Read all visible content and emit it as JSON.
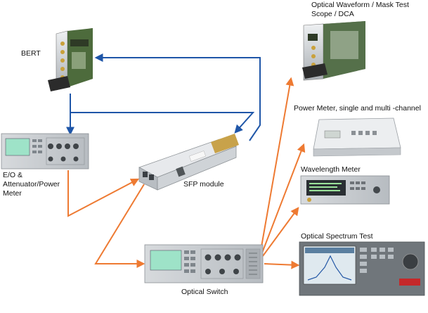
{
  "labels": {
    "bert": "BERT",
    "eo_line1": "E/O &",
    "eo_line2": "Attenuator/Power",
    "eo_line3": "Meter",
    "sfp": "SFP module",
    "optical_switch": "Optical Switch",
    "scope_line1": "Optical  Waveform / Mask Test",
    "scope_line2": "Scope / DCA",
    "power_meter": "Power Meter, single and multi -channel",
    "wavelength_meter": "Wavelength Meter",
    "spectrum_test": "Optical Spectrum Test"
  },
  "colors": {
    "electrical_link": "#1f56a8",
    "optical_link": "#ee7a32",
    "instrument_body": "#c9ccd0",
    "instrument_dark": "#3f4448",
    "screen_green": "#9ee3c8"
  },
  "links": [
    {
      "from": "sfp-module",
      "to": "bert",
      "kind": "electrical"
    },
    {
      "from": "bert",
      "to": "sfp-module",
      "kind": "electrical"
    },
    {
      "from": "bert",
      "to": "eo-attenuator-power-meter",
      "kind": "electrical"
    },
    {
      "from": "eo-attenuator-power-meter",
      "to": "sfp-module",
      "kind": "optical"
    },
    {
      "from": "sfp-module",
      "to": "optical-switch",
      "kind": "optical"
    },
    {
      "from": "optical-switch",
      "to": "optical-waveform-scope",
      "kind": "optical"
    },
    {
      "from": "optical-switch",
      "to": "power-meter",
      "kind": "optical"
    },
    {
      "from": "optical-switch",
      "to": "wavelength-meter",
      "kind": "optical"
    },
    {
      "from": "optical-switch",
      "to": "optical-spectrum-analyzer",
      "kind": "optical"
    }
  ]
}
